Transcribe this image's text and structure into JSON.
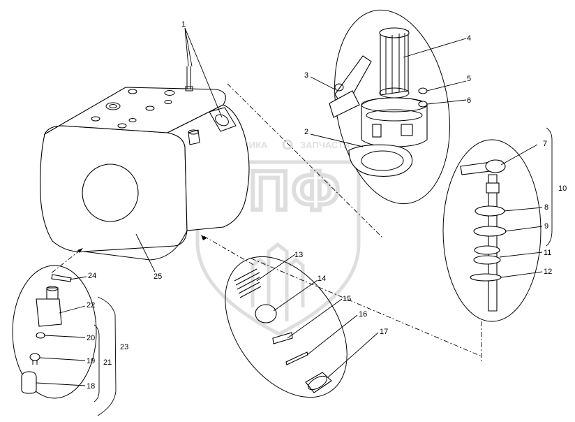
{
  "watermark": {
    "top_text": "ТЕХНИКА",
    "top_text2": "ЗАПЧАСТИ",
    "brand": "ЭПФ"
  },
  "callouts": [
    {
      "id": "c1",
      "label": "1"
    },
    {
      "id": "c2",
      "label": "2"
    },
    {
      "id": "c3",
      "label": "3"
    },
    {
      "id": "c4",
      "label": "4"
    },
    {
      "id": "c5",
      "label": "5"
    },
    {
      "id": "c6",
      "label": "6"
    },
    {
      "id": "c7",
      "label": "7"
    },
    {
      "id": "c8",
      "label": "8"
    },
    {
      "id": "c9",
      "label": "9"
    },
    {
      "id": "c10",
      "label": "10"
    },
    {
      "id": "c11",
      "label": "11"
    },
    {
      "id": "c12",
      "label": "12"
    },
    {
      "id": "c13",
      "label": "13"
    },
    {
      "id": "c14",
      "label": "14"
    },
    {
      "id": "c15",
      "label": "15"
    },
    {
      "id": "c16",
      "label": "16"
    },
    {
      "id": "c17",
      "label": "17"
    },
    {
      "id": "c18",
      "label": "18"
    },
    {
      "id": "c19",
      "label": "19"
    },
    {
      "id": "c20",
      "label": "20"
    },
    {
      "id": "c21",
      "label": "21"
    },
    {
      "id": "c22",
      "label": "22"
    },
    {
      "id": "c23",
      "label": "23"
    },
    {
      "id": "c24",
      "label": "24"
    },
    {
      "id": "c25",
      "label": "25"
    }
  ]
}
